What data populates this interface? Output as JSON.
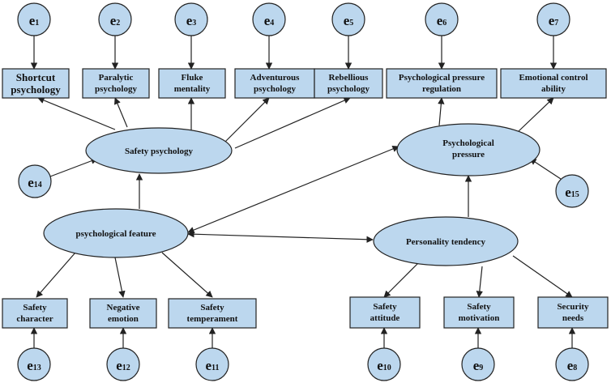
{
  "latents": {
    "safety_psychology": "Safety psychology",
    "psychological_feature": "psychological feature",
    "psychological_pressure": [
      "Psychological",
      "pressure"
    ],
    "personality_tendency": "Personality tendency"
  },
  "indicators": {
    "shortcut": [
      "Shortcut",
      "psychology"
    ],
    "paralytic": [
      "Paralytic",
      "psychology"
    ],
    "fluke": [
      "Fluke",
      "mentality"
    ],
    "adventurous": [
      "Adventurous",
      "psychology"
    ],
    "rebellious": [
      "Rebellious",
      "psychology"
    ],
    "pressure_regulation": [
      "Psychological pressure",
      "regulation"
    ],
    "emotional_control": [
      "Emotional control",
      "ability"
    ],
    "safety_character": [
      "Safety",
      "character"
    ],
    "negative_emotion": [
      "Negative",
      "emotion"
    ],
    "safety_temperament": [
      "Safety",
      "temperament"
    ],
    "safety_attitude": [
      "Safety",
      "attitude"
    ],
    "safety_motivation": [
      "Safety",
      "motivation"
    ],
    "security_needs": [
      "Security",
      "needs"
    ]
  },
  "errors": {
    "e1": "1",
    "e2": "2",
    "e3": "3",
    "e4": "4",
    "e5": "5",
    "e6": "6",
    "e7": "7",
    "e8": "8",
    "e9": "9",
    "e10": "10",
    "e11": "11",
    "e12": "12",
    "e13": "13",
    "e14": "14",
    "e15": "15",
    "prefix": "e"
  }
}
